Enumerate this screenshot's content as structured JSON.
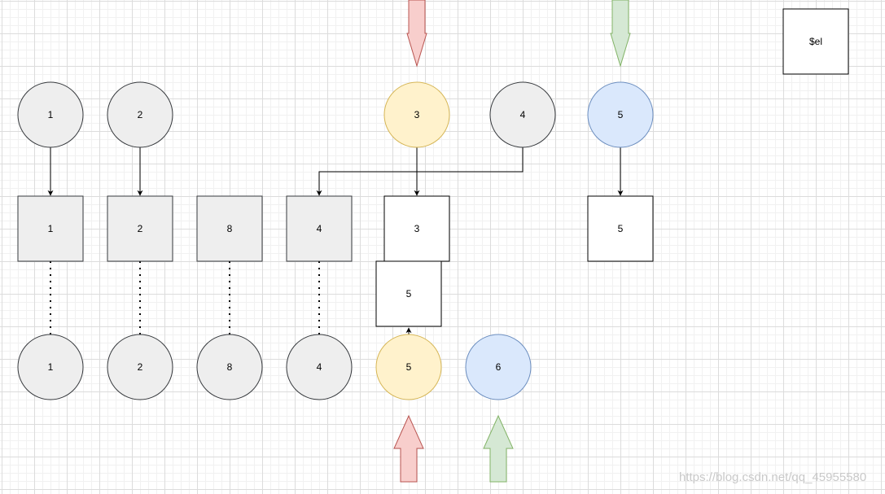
{
  "colors": {
    "gray_fill": "#eeeeee",
    "gray_stroke": "#36393d",
    "yellow_fill": "#fff2cc",
    "yellow_stroke": "#d6b656",
    "blue_fill": "#dae8fc",
    "blue_stroke": "#6c8ebf",
    "red_fill": "#f8cecc",
    "red_stroke": "#b85450",
    "green_fill": "#d5e8d4",
    "green_stroke": "#82b366",
    "white_fill": "#ffffff",
    "black_stroke": "#000000"
  },
  "top_vnodes": [
    {
      "id": "top-vnode-1",
      "label": "1",
      "style": "gray"
    },
    {
      "id": "top-vnode-2",
      "label": "2",
      "style": "gray"
    },
    {
      "id": "top-vnode-3",
      "label": "3",
      "style": "yellow"
    },
    {
      "id": "top-vnode-4",
      "label": "4",
      "style": "gray"
    },
    {
      "id": "top-vnode-5",
      "label": "5",
      "style": "blue"
    }
  ],
  "dom_elements": [
    {
      "id": "dom-element-1",
      "label": "1",
      "style": "gray"
    },
    {
      "id": "dom-element-2",
      "label": "2",
      "style": "gray"
    },
    {
      "id": "dom-element-8",
      "label": "8",
      "style": "gray"
    },
    {
      "id": "dom-element-4",
      "label": "4",
      "style": "gray"
    },
    {
      "id": "dom-element-3",
      "label": "3",
      "style": "white"
    },
    {
      "id": "dom-element-5-inserted",
      "label": "5",
      "style": "white"
    },
    {
      "id": "dom-element-5-right",
      "label": "5",
      "style": "white"
    }
  ],
  "bottom_vnodes": [
    {
      "id": "bottom-vnode-1",
      "label": "1",
      "style": "gray"
    },
    {
      "id": "bottom-vnode-2",
      "label": "2",
      "style": "gray"
    },
    {
      "id": "bottom-vnode-8",
      "label": "8",
      "style": "gray"
    },
    {
      "id": "bottom-vnode-4",
      "label": "4",
      "style": "gray"
    },
    {
      "id": "bottom-vnode-5",
      "label": "5",
      "style": "yellow"
    },
    {
      "id": "bottom-vnode-6",
      "label": "6",
      "style": "blue"
    }
  ],
  "el_box": {
    "label": "$el"
  },
  "pointer_arrows": [
    {
      "id": "old-start-pointer",
      "color": "red",
      "direction": "down"
    },
    {
      "id": "old-end-pointer",
      "color": "green",
      "direction": "down"
    },
    {
      "id": "new-start-pointer",
      "color": "red",
      "direction": "up"
    },
    {
      "id": "new-end-pointer",
      "color": "green",
      "direction": "up"
    }
  ],
  "watermark": "https://blog.csdn.net/qq_45955580"
}
